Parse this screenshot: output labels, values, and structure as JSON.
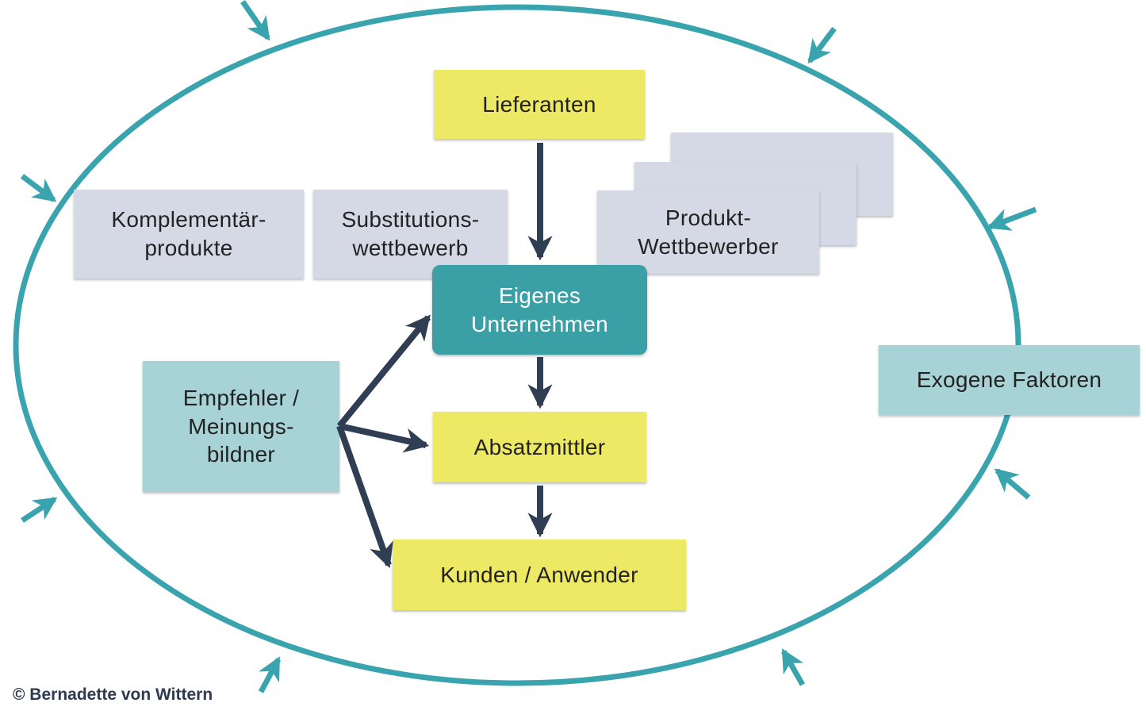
{
  "diagram": {
    "type": "market-environment-diagram",
    "copyright": "© Bernadette von Wittern",
    "colors": {
      "background": "#FFFFFF",
      "yellow": "#EEE964",
      "lavender": "#D5D9E6",
      "teal": "#3AA0A6",
      "light_teal": "#A7D2D6",
      "outline": "#3AA4AE",
      "arrow": "#2F3E52",
      "text_dark": "#222222",
      "text_light": "#FFFFFF",
      "copyright_color": "#2E3A50"
    },
    "nodes": {
      "lieferanten": {
        "label": "Lieferanten"
      },
      "komplementaerprodukte": {
        "label": "Komplementär-\nprodukte"
      },
      "substitutionswettbewerb": {
        "label": "Substitutions-\nwettbewerb"
      },
      "produktwettbewerber": {
        "label": "Produkt-\nWettbewerber"
      },
      "eigenes_unternehmen": {
        "label": "Eigenes\nUnternehmen"
      },
      "empfehler": {
        "label": "Empfehler /\nMeinungs-\nbildner"
      },
      "absatzmittler": {
        "label": "Absatzmittler"
      },
      "kunden": {
        "label": "Kunden / Anwender"
      },
      "exogene_faktoren": {
        "label": "Exogene Faktoren"
      }
    },
    "flows": [
      {
        "from": "lieferanten",
        "to": "eigenes_unternehmen"
      },
      {
        "from": "eigenes_unternehmen",
        "to": "absatzmittler"
      },
      {
        "from": "absatzmittler",
        "to": "kunden"
      },
      {
        "from": "empfehler",
        "to": "eigenes_unternehmen"
      },
      {
        "from": "empfehler",
        "to": "absatzmittler"
      },
      {
        "from": "empfehler",
        "to": "kunden"
      }
    ],
    "inward_arrow_count": 8
  }
}
